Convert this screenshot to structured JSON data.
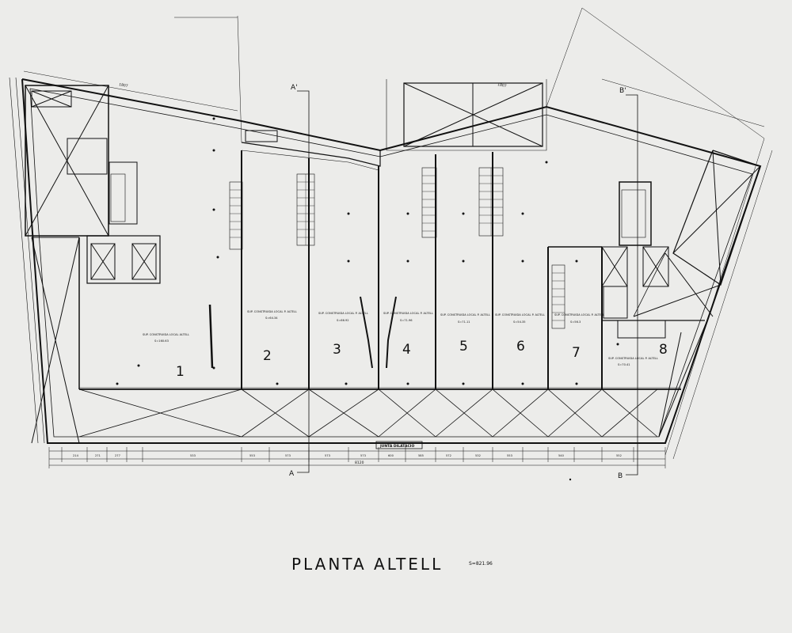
{
  "drawing": {
    "title": "PLANTA ALTELL",
    "total_area": "S=821.96",
    "junta_label": "JUNTA DILATACIO",
    "section_marks": [
      "A'",
      "A",
      "B'",
      "B"
    ],
    "units": [
      {
        "number": "1",
        "label": "SUP. CONSTRUIDA LOCAL ALTELL",
        "area": "S=160.63"
      },
      {
        "number": "2",
        "label": "SUP. CONSTRUIDA LOCAL P. ALTELL",
        "area": "S=64.34"
      },
      {
        "number": "3",
        "label": "SUP. CONSTRUIDA LOCAL P. ALTELL",
        "area": "S=66.92"
      },
      {
        "number": "4",
        "label": "SUP. CONSTRUIDA LOCAL P. ALTELL",
        "area": "S=71.96"
      },
      {
        "number": "5",
        "label": "SUP. CONSTRUIDA LOCAL P. ALTELL",
        "area": "S=71.11"
      },
      {
        "number": "6",
        "label": "SUP. CONSTRUIDA LOCAL P. ALTELL",
        "area": "S=54.35"
      },
      {
        "number": "7",
        "label": "SUP. CONSTRUIDA LOCAL P. ALTELL",
        "area": "S=56.3"
      },
      {
        "number": "8",
        "label": "SUP. CONSTRUIDA LOCAL P. ALTELL",
        "area": "S=70.41"
      }
    ],
    "bottom_dimensions": [
      "214",
      "271",
      "277",
      "533",
      "553",
      "573",
      "573",
      "573",
      "600",
      "585",
      "572",
      "532",
      "553",
      "540",
      "552"
    ],
    "overall_dimension": "8120",
    "top_dimension": "1807",
    "right_top_dimension": "1807"
  }
}
